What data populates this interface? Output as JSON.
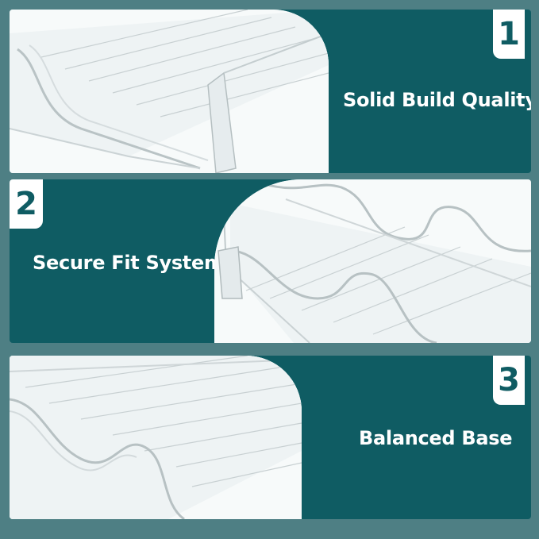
{
  "colors": {
    "page_background": "#4e7f84",
    "panel_teal": "#0f5c63",
    "badge_white": "#ffffff",
    "label_white": "#ffffff"
  },
  "features": [
    {
      "number": "1",
      "label": "Solid Build Quality"
    },
    {
      "number": "2",
      "label": "Secure Fit System"
    },
    {
      "number": "3",
      "label": "Balanced Base"
    }
  ]
}
